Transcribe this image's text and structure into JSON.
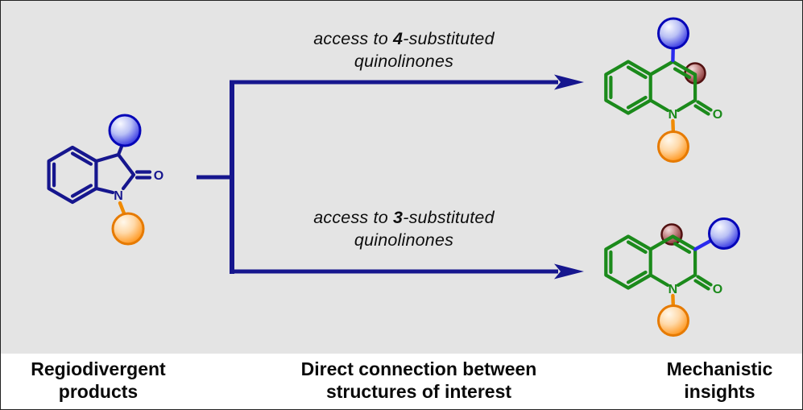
{
  "colors": {
    "background": "#e4e4e4",
    "footer_background": "#ffffff",
    "arrow_navy": "#16168e",
    "product_green": "#1b8a1b",
    "substituent_blue": "#2a2aee",
    "substituent_orange": "#ff9418",
    "marker_dark_red": "#8f3535"
  },
  "scheme": {
    "reactant": {
      "n_label": "N",
      "o_label": "O"
    },
    "branch_top": {
      "text_pre": "access to ",
      "text_bold": "4",
      "text_post": "-substituted",
      "line2": "quinolinones"
    },
    "branch_bottom": {
      "text_pre": "access to ",
      "text_bold": "3",
      "text_post": "-substituted",
      "line2": "quinolinones"
    },
    "product_top": {
      "n_label": "N",
      "o_label": "O"
    },
    "product_bottom": {
      "n_label": "N",
      "o_label": "O"
    }
  },
  "footer": {
    "captions": [
      {
        "line1": "Regiodivergent",
        "line2": "products"
      },
      {
        "line1": "Direct connection between",
        "line2": "structures of interest"
      },
      {
        "line1": "Mechanistic",
        "line2": "insights"
      }
    ]
  }
}
